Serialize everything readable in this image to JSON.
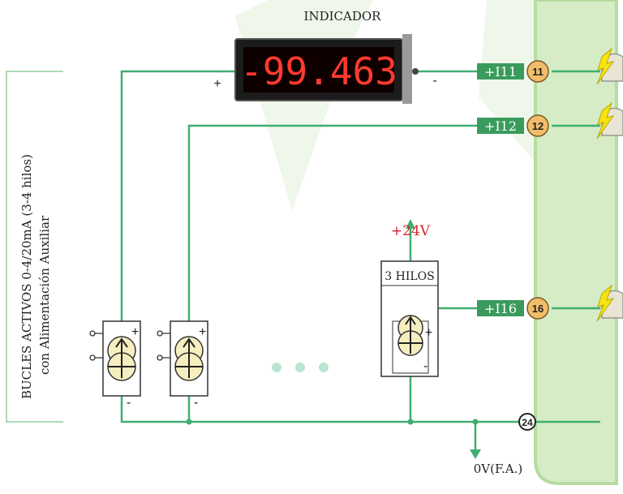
{
  "indicator": {
    "title": "INDICADOR",
    "display_value": "-99.463",
    "plus": "+",
    "minus": "-"
  },
  "side_label": {
    "line1": "BUCLES ACTIVOS 0-4/20mA (3-4 hilos)",
    "line2": "con Alimentación Auxiliar"
  },
  "terminals": [
    {
      "tag": "+I11",
      "num": "11"
    },
    {
      "tag": "+I12",
      "num": "12"
    },
    {
      "tag": "+I16",
      "num": "16"
    }
  ],
  "common_terminal": "24",
  "supply": "+24V",
  "three_wire_label": "3 HILOS",
  "ground_label": "0V(F.A.)",
  "source_signs": {
    "plus": "+",
    "minus": "-"
  },
  "colors": {
    "wire": "#3fae6f",
    "terminal_tag_bg": "#3a9b5c",
    "terminal_num_bg": "#f2bd6a",
    "panel": "#d6ecc6",
    "panel_border": "#b7dc9f",
    "supply_text": "#d6262c",
    "display_digits": "#ff3a2e",
    "source_fill": "#f7eec0",
    "bolt": "#f5e312"
  }
}
